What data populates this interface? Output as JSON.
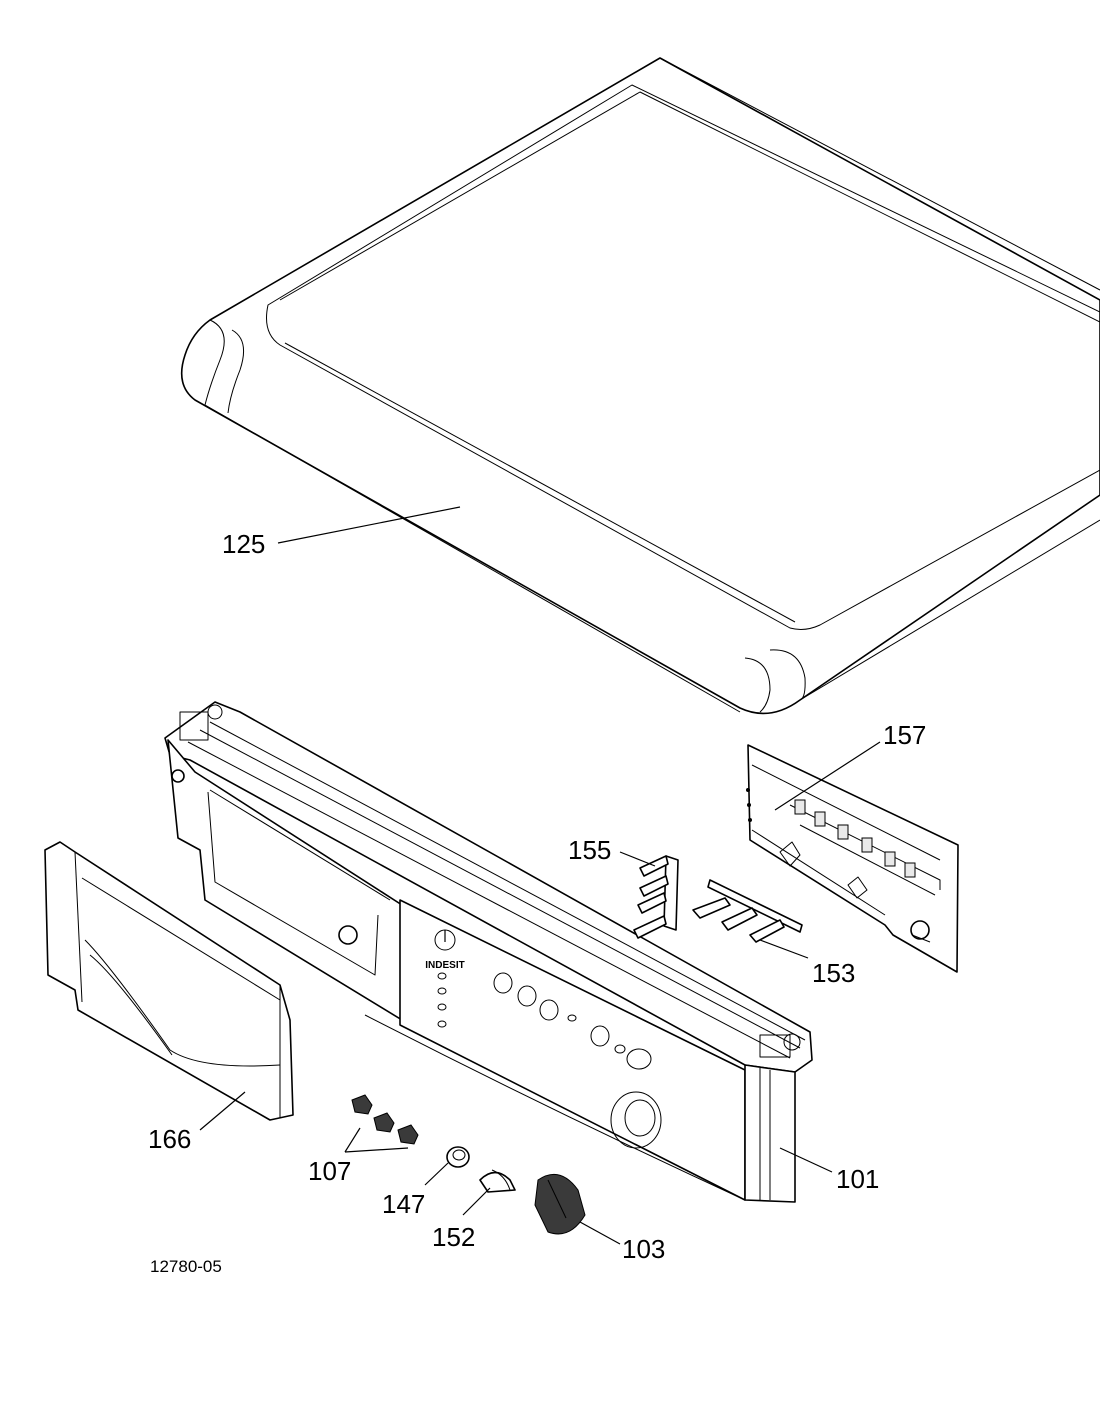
{
  "drawing_id": "12780-05",
  "parts": {
    "p125": "125",
    "p157": "157",
    "p155": "155",
    "p153": "153",
    "p166": "166",
    "p107": "107",
    "p147": "147",
    "p152": "152",
    "p103": "103",
    "p101": "101"
  },
  "panel_brand": "INDESIT"
}
